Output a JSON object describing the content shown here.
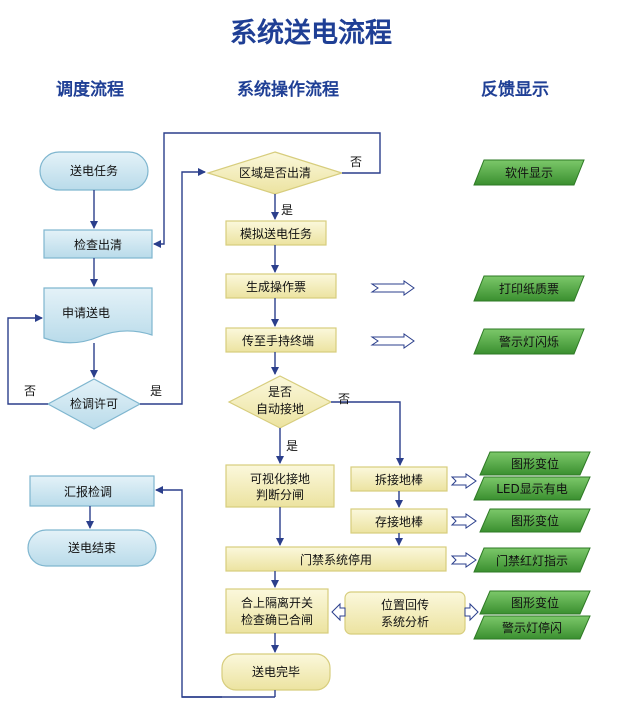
{
  "title": "系统送电流程",
  "columns": {
    "dispatch": "调度流程",
    "operation": "系统操作流程",
    "feedback": "反馈显示"
  },
  "dispatch": {
    "task": "送电任务",
    "check_clear": "检查出清",
    "apply": "申请送电",
    "permit": "检调许可",
    "report": "汇报检调",
    "end": "送电结束"
  },
  "operation": {
    "zone_clear": "区域是否出清",
    "simulate": "模拟送电任务",
    "gen_ticket": "生成操作票",
    "to_handheld": "传至手持终端",
    "auto_ground_1": "是否",
    "auto_ground_2": "自动接地",
    "visual_1": "可视化接地",
    "visual_2": "判断分闸",
    "remove_rod": "拆接地棒",
    "store_rod": "存接地棒",
    "door_lock": "门禁系统停用",
    "close_1": "合上隔离开关",
    "close_2": "检查确已合闸",
    "position_1": "位置回传",
    "position_2": "系统分析",
    "done": "送电完毕"
  },
  "feedback": {
    "software": "软件显示",
    "print": "打印纸质票",
    "alarm_flash": "警示灯闪烁",
    "graph_1": "图形变位",
    "led": "LED显示有电",
    "graph_2": "图形变位",
    "door_red": "门禁红灯指示",
    "graph_3": "图形变位",
    "alarm_stop": "警示灯停闪"
  },
  "labels": {
    "yes_permit": "是",
    "no_permit": "否",
    "yes_zone": "是",
    "no_zone": "否",
    "yes_ground": "是",
    "no_ground": "否"
  },
  "colors": {
    "title": "#1f3f95",
    "node_fill": "#c9e3ee",
    "node_stroke": "#7fb6cf",
    "op_fill": "#f4efb9",
    "op_stroke": "#d7cd7d",
    "feedback_fill": "#4aa13c",
    "arrow": "#2b3f8c"
  }
}
